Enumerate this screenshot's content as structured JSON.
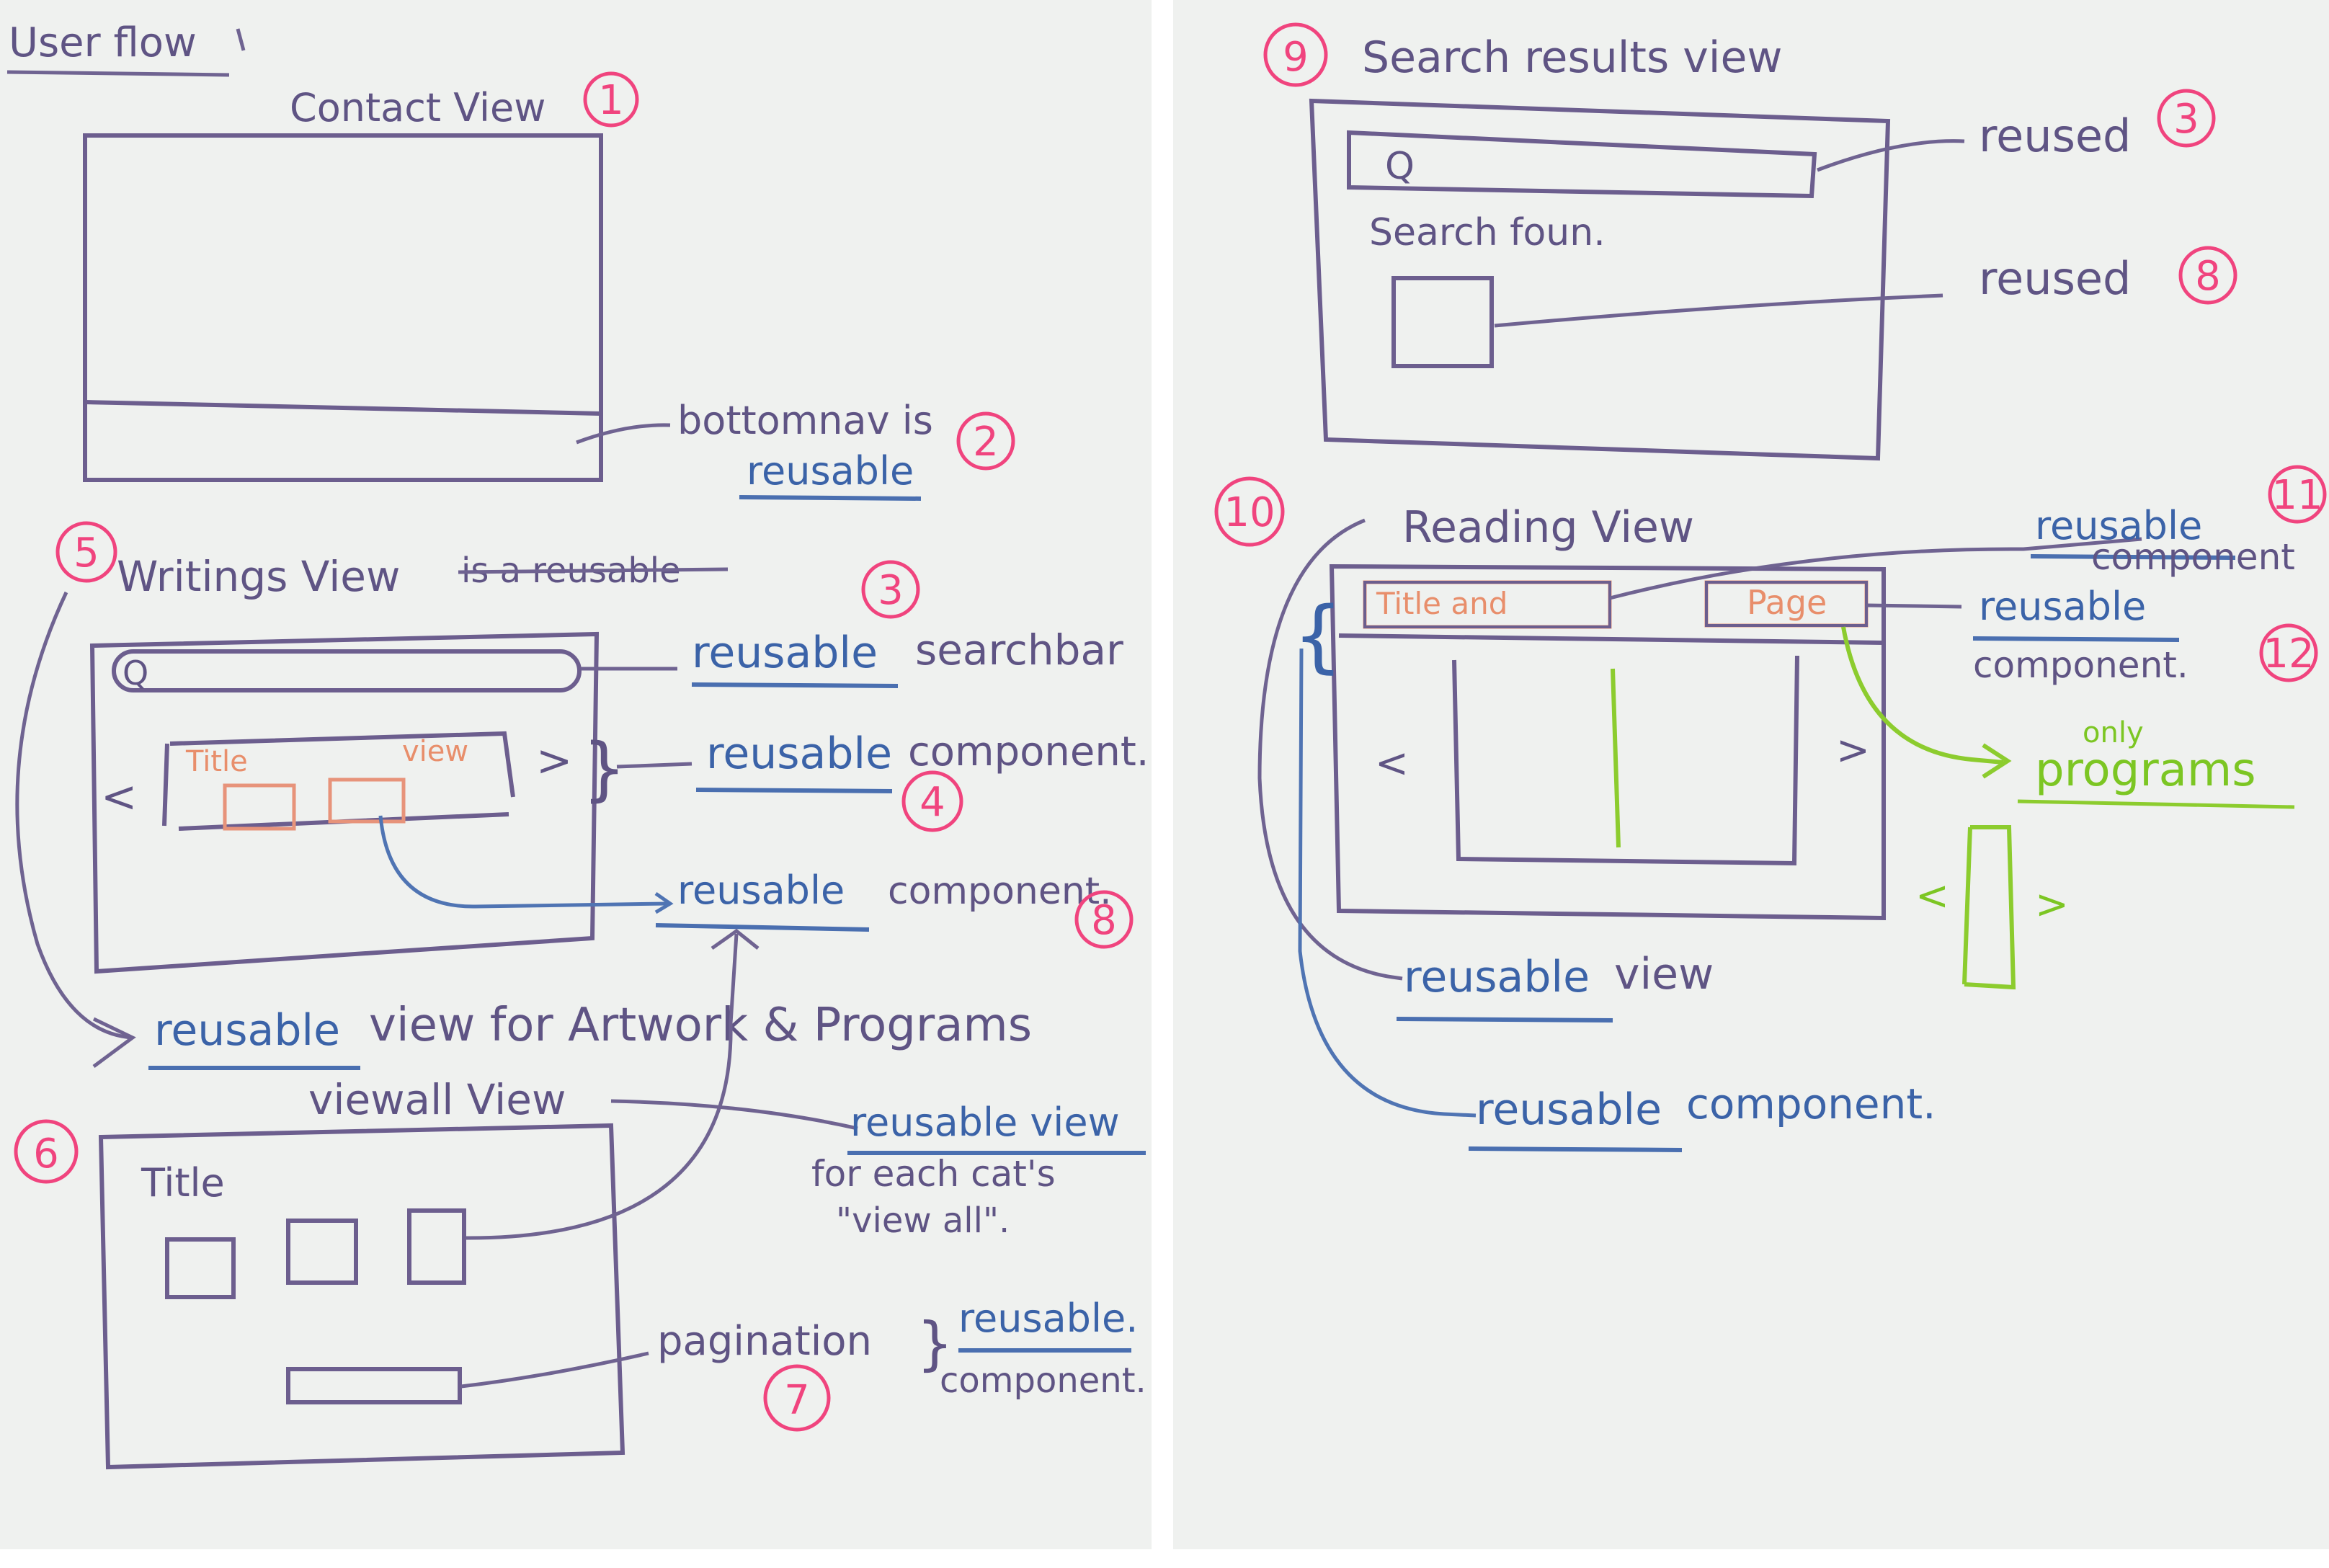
{
  "left": {
    "user_flow": "User flow",
    "contact": {
      "title": "Contact View",
      "num": "1"
    },
    "bottomnav": {
      "text": "bottomnav is",
      "reusable": "reusable",
      "num": "2"
    },
    "writings": {
      "title": "Writings View",
      "struck": "is a reusable",
      "num": "5"
    },
    "searchbar": {
      "icon": "Q",
      "reusable": "reusable",
      "text": "searchbar",
      "num": "3"
    },
    "card": {
      "title": "Title",
      "view": "view",
      "prev": "<",
      "next": ">",
      "brace": "}"
    },
    "component4": {
      "reusable": "reusable",
      "text": "component.",
      "num": "4"
    },
    "component8": {
      "reusable": "reusable",
      "text": "component.",
      "num": "8"
    },
    "reusable_view": {
      "reusable": "reusable",
      "text": "view for Artwork & Programs"
    },
    "viewall": {
      "title": "viewall View",
      "num": "6",
      "inner_title": "Title"
    },
    "reusable_view2": {
      "reusable": "reusable view",
      "line2": "for each cat's",
      "line3": "\"view all\"."
    },
    "pagination": {
      "text": "pagination",
      "brace": "}",
      "reusable": "reusable.",
      "line2": "component.",
      "num": "7"
    }
  },
  "right": {
    "search_results": {
      "title": "Search results view",
      "num": "9",
      "icon": "Q",
      "found": "Search foun."
    },
    "reused3": {
      "text": "reused",
      "num": "3"
    },
    "reused8": {
      "text": "reused",
      "num": "8"
    },
    "reading": {
      "title": "Reading View",
      "num": "10",
      "title_label": "Title and",
      "page_label": "Page",
      "prev": "<",
      "next": ">",
      "brace": "{"
    },
    "component11": {
      "reusable": "reusable",
      "line2": "component",
      "num": "11"
    },
    "component12": {
      "reusable": "reusable",
      "line2": "component.",
      "num": "12"
    },
    "only_programs": {
      "only": "only",
      "programs": "programs",
      "left_arrow": "<",
      "right_arrow": ">"
    },
    "reusable_view": {
      "reusable": "reusable",
      "text": "view"
    },
    "reusable_component": {
      "reusable": "reusable",
      "text": "component."
    }
  },
  "colors": {
    "paper": "#eff1ef",
    "pen_purple": "#5f5484",
    "pen_blue": "#3b63a8",
    "marker_pink": "#f0447e",
    "pen_green": "#7cc623",
    "pen_orange": "#e88e6b"
  }
}
